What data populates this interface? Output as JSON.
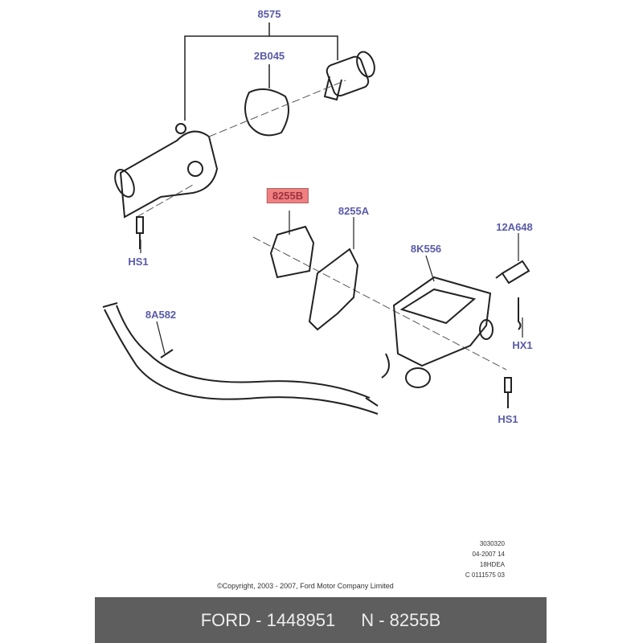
{
  "callouts": {
    "c8575": "8575",
    "c2B045": "2B045",
    "c8255B": "8255B",
    "c8255A": "8255A",
    "c12A648": "12A648",
    "c8K556": "8K556",
    "c8A582": "8A582",
    "cHS1_left": "HS1",
    "cHS1_right": "HS1",
    "cHX1": "HX1"
  },
  "highlight_color": "#f08080",
  "label_color": "#5a5aa8",
  "reference": [
    "3030320",
    "04-2007 14",
    "18HDEA",
    "C 0111575 03"
  ],
  "copyright": "©Copyright, 2003 - 2007, Ford Motor Company Limited",
  "footer": {
    "part": "FORD - 1448951",
    "ref": "N - 8255B"
  }
}
